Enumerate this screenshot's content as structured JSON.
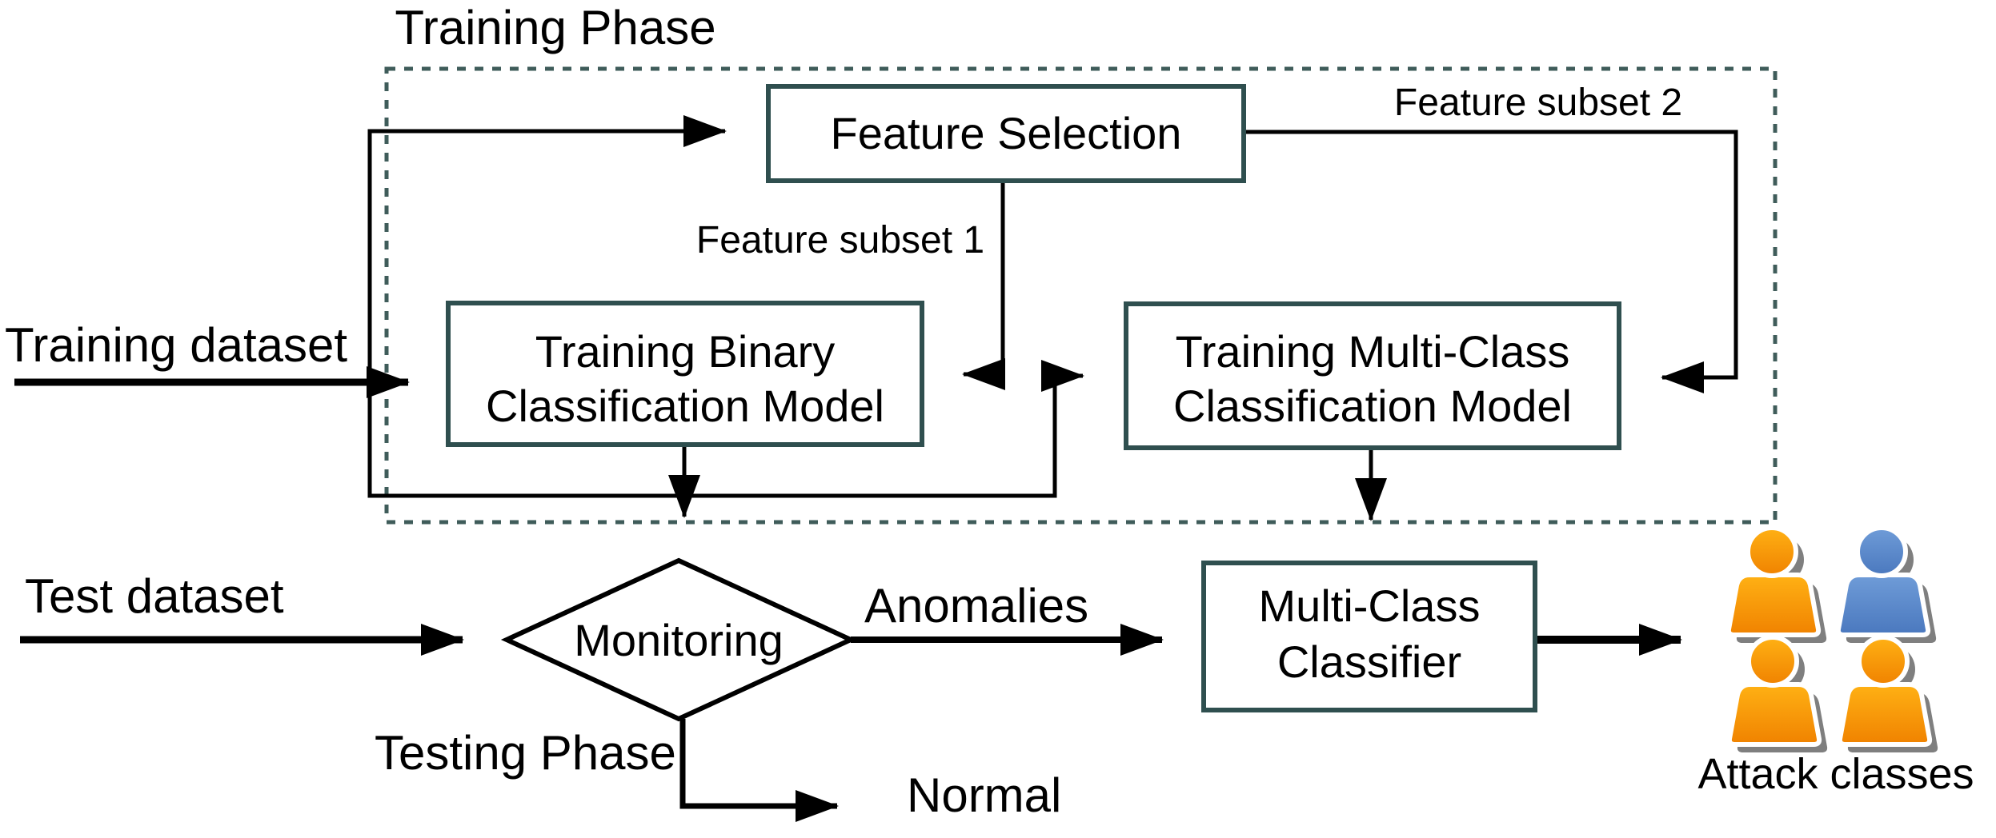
{
  "diagram": {
    "training_phase_label": "Training Phase",
    "testing_phase_label": "Testing Phase",
    "boxes": {
      "feature_selection": {
        "label": "Feature Selection"
      },
      "training_binary": {
        "line1": "Training Binary",
        "line2": "Classification Model"
      },
      "training_multiclass": {
        "line1": "Training Multi-Class",
        "line2": "Classification Model"
      },
      "multiclass_classifier": {
        "line1": "Multi-Class",
        "line2": "Classifier"
      }
    },
    "decision": {
      "label": "Monitoring"
    },
    "inputs": {
      "training_dataset": "Training dataset",
      "test_dataset": "Test dataset"
    },
    "edge_labels": {
      "feature_subset_1": "Feature subset 1",
      "feature_subset_2": "Feature subset 2",
      "anomalies": "Anomalies",
      "normal": "Normal"
    },
    "output": {
      "label": "Attack classes",
      "people_colors": [
        "orange",
        "blue",
        "orange",
        "orange"
      ]
    },
    "colors": {
      "box_border": "#2f4f4f",
      "dashed_border": "#3f5c5a",
      "line": "#000000",
      "person_orange_light": "#ffb114",
      "person_orange_dark": "#f08200",
      "person_blue_light": "#6f9cd8",
      "person_blue_dark": "#4a78be",
      "person_shadow": "#7f7f7f",
      "person_outline": "#ffffff"
    }
  }
}
